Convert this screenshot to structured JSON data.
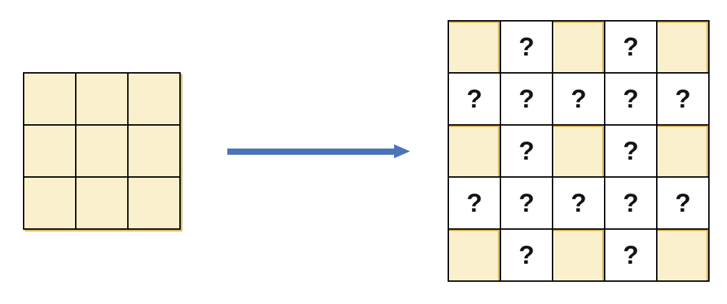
{
  "diagram": {
    "description": "A 3x3 grid of filled cells transformed (arrow) into a 5x5 grid where original filled cells sit at even row/column positions and interleaved cells are unknown, marked with question marks",
    "colors": {
      "background": "#FFFFFF",
      "cell_fill": "#FBF0CD",
      "cell_edge_gold": "#BF9000",
      "grid_line": "#000000",
      "question_mark": "#141414",
      "arrow_blue": "#4C74B9"
    },
    "left_grid": {
      "rows": 3,
      "cols": 3,
      "cells": [
        [
          "",
          "",
          ""
        ],
        [
          "",
          "",
          ""
        ],
        [
          "",
          "",
          ""
        ]
      ]
    },
    "arrow": {
      "direction": "right"
    },
    "right_grid": {
      "rows": 5,
      "cols": 5,
      "unknown_symbol": "?",
      "cells": [
        [
          "",
          "?",
          "",
          "?",
          ""
        ],
        [
          "?",
          "?",
          "?",
          "?",
          "?"
        ],
        [
          "",
          "?",
          "",
          "?",
          ""
        ],
        [
          "?",
          "?",
          "?",
          "?",
          "?"
        ],
        [
          "",
          "?",
          "",
          "?",
          ""
        ]
      ]
    }
  }
}
